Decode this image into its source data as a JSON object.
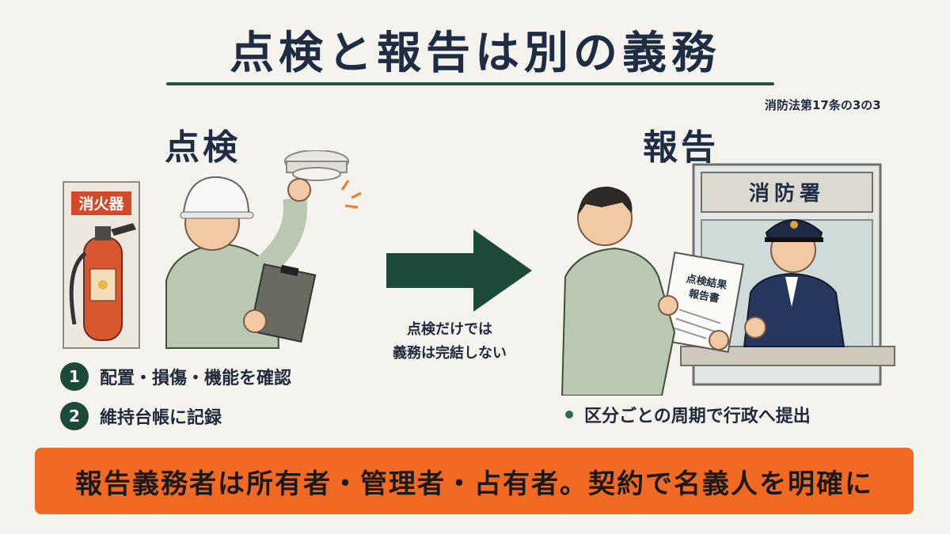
{
  "title": "点検と報告は別の義務",
  "law_reference": "消防法第17条の3の3",
  "inspection": {
    "heading": "点検",
    "extinguisher_sign": "消火器",
    "steps": [
      {
        "num": "1",
        "label": "配置・損傷・機能を確認"
      },
      {
        "num": "2",
        "label": "維持台帳に記録"
      }
    ]
  },
  "arrow_note": "点検だけでは義務は完結しない",
  "report": {
    "heading": "報告",
    "office_sign": "消防署",
    "document_line1": "点検結果",
    "document_line2": "報告書",
    "bullet": "区分ごとの周期で行政へ提出"
  },
  "banner": "報告義務者は所有者・管理者・占有者。契約で名義人を明確に",
  "colors": {
    "accent_green": "#1d4a38",
    "banner_orange": "#f26a22",
    "title_navy": "#1f2d44",
    "background": "#f5f3ee"
  }
}
